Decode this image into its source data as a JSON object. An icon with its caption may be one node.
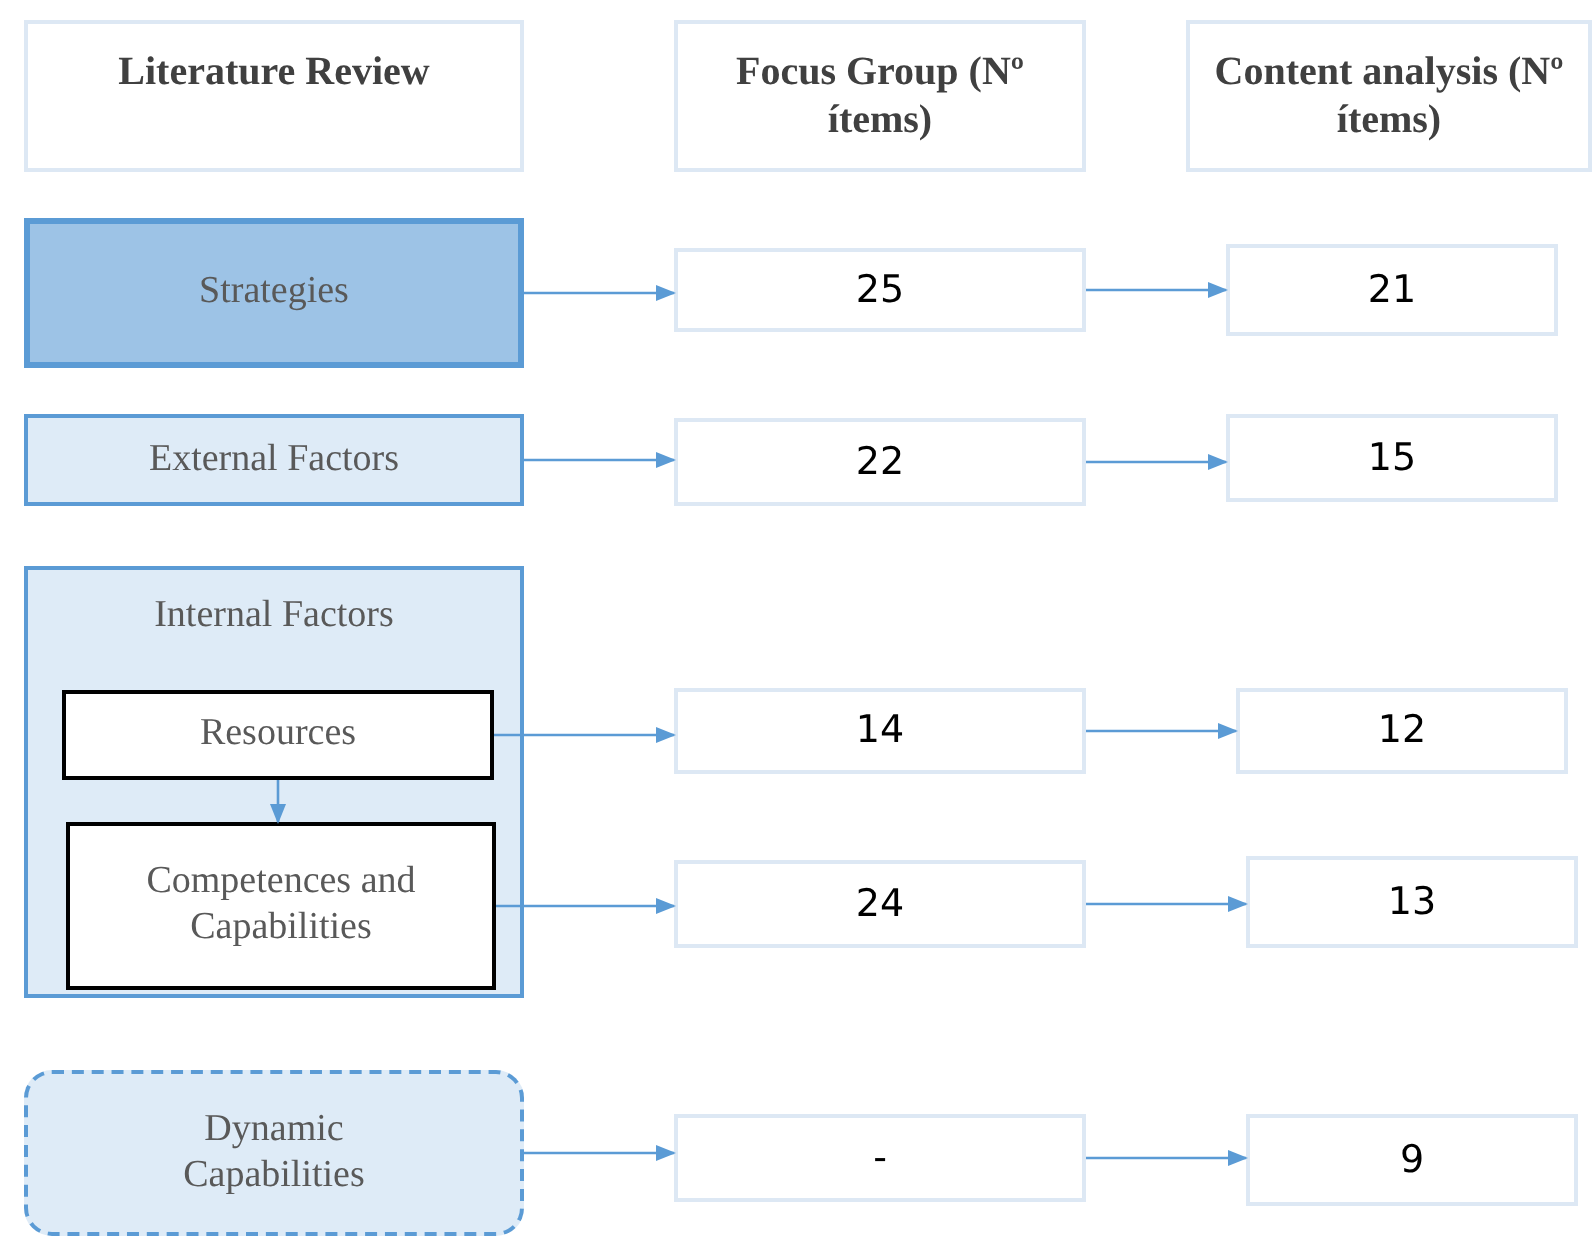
{
  "diagram": {
    "nodes": [
      {
        "text": [
          "Literature Review"
        ]
      },
      {
        "text": [
          "Focus Group (Nº ítems)"
        ]
      },
      {
        "text": [
          "Content analysis (Nº ítems)"
        ]
      },
      {
        "text": [
          "Strategies"
        ]
      },
      {
        "text": [
          "25"
        ]
      },
      {
        "text": [
          "21"
        ]
      },
      {
        "text": [
          "External Factors"
        ]
      },
      {
        "text": [
          "22"
        ]
      },
      {
        "text": [
          "15"
        ]
      },
      {
        "text": [
          "Internal Factors"
        ]
      },
      {
        "text": [
          "Resources"
        ],
        "in": 9
      },
      {
        "text": [
          "Competences and Capabilities"
        ],
        "in": 9
      },
      {
        "text": [
          "14"
        ]
      },
      {
        "text": [
          "12"
        ]
      },
      {
        "text": [
          "24"
        ]
      },
      {
        "text": [
          "13"
        ]
      },
      {
        "text": [
          "Dynamic Capabilities"
        ]
      },
      {
        "text": [
          "-"
        ]
      },
      {
        "text": [
          "9"
        ]
      }
    ],
    "edges": [
      {
        "from": 3,
        "to": 4,
        "arrow": "to"
      },
      {
        "from": 4,
        "to": 5,
        "arrow": "to"
      },
      {
        "from": 6,
        "to": 7,
        "arrow": "to"
      },
      {
        "from": 7,
        "to": 8,
        "arrow": "to"
      },
      {
        "from": 10,
        "to": 11,
        "arrow": "to"
      },
      {
        "from": 10,
        "to": 12,
        "arrow": "to"
      },
      {
        "from": 12,
        "to": 13,
        "arrow": "to"
      },
      {
        "from": 11,
        "to": 14,
        "arrow": "to"
      },
      {
        "from": 14,
        "to": 15,
        "arrow": "to"
      },
      {
        "from": 16,
        "to": 17,
        "arrow": "to"
      },
      {
        "from": 17,
        "to": 18,
        "arrow": "to"
      }
    ]
  }
}
